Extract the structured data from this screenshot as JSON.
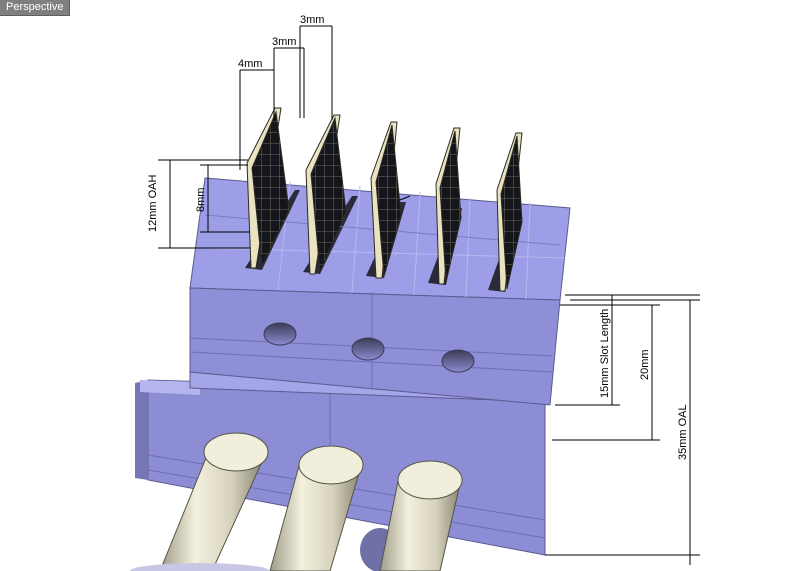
{
  "viewport": {
    "label": "Perspective"
  },
  "dimensions": {
    "fin_4mm": "4mm",
    "fin_3mm_a": "3mm",
    "fin_3mm_b": "3mm",
    "oah_12mm": "12mm OAH",
    "height_8mm": "8mm",
    "slot_length": "15mm Slot Length",
    "height_20mm": "20mm",
    "oal_35mm": "35mm OAL"
  },
  "colors": {
    "block": "#9b9be6",
    "block_dark": "#7f7fc9",
    "fin_face": "#f2ecd0",
    "fin_dark": "#1a1a22",
    "tube": "#d9d6c4"
  }
}
